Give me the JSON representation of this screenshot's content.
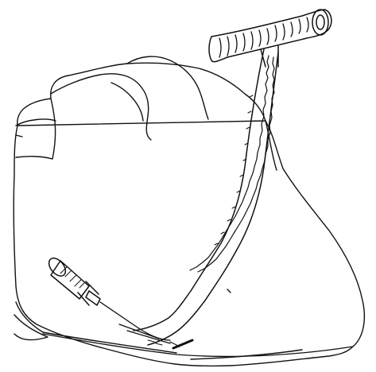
{
  "figure": {
    "kind": "line-drawing",
    "background": "#ffffff",
    "ink_color": "#111111",
    "elements": [
      "heart",
      "coronary-vessel",
      "graft-tube",
      "syringe",
      "suture-clip"
    ]
  }
}
